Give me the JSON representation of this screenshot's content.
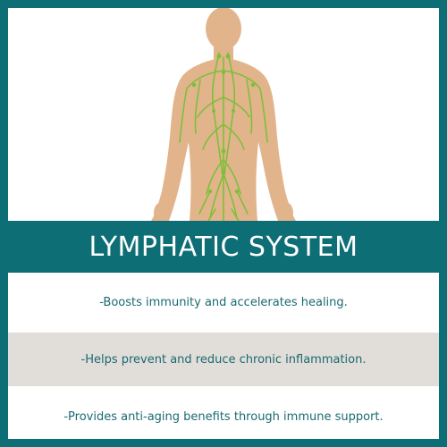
{
  "title": "LYMPHATIC SYSTEM",
  "benefits": [
    "-Boosts immunity and accelerates healing.",
    "-Helps prevent and reduce chronic inflammation.",
    "-Provides anti-aging benefits through immune support."
  ],
  "colors": {
    "frame": "#0d6e75",
    "banner": "#0d6e75",
    "skin": "#e2b48c",
    "lymph": "#7ebf3a",
    "text": "#1a6a70",
    "band": "#e1ddd9"
  },
  "illustration": "human-torso-with-lymph-vessels"
}
